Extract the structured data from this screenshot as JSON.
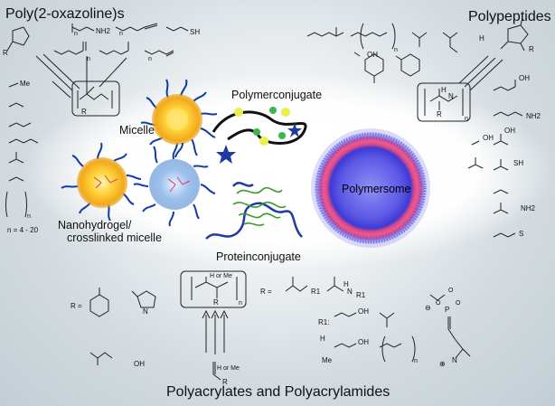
{
  "section_titles": {
    "poly_oxazolines": "Poly(2-oxazoline)s",
    "polypeptides": "Polypeptides",
    "polyacrylates": "Polyacrylates and Polyacrylamides"
  },
  "structure_labels": {
    "micelle": "Micelle",
    "polymerconjugate": "Polymerconjugate",
    "polymersome": "Polymersome",
    "nanohydrogel_line1": "Nanohydrogel/",
    "nanohydrogel_line2": "crosslinked micelle",
    "proteinconjugate": "Proteinconjugate"
  },
  "oxazoline_chem": {
    "ring_R": "R",
    "nh2": "NH2",
    "sh": "SH",
    "n1": "n",
    "n2": "n",
    "n3": "n",
    "n4": "n",
    "me": "Me",
    "repeat_R": "R",
    "n_range_n": "n",
    "n_range": "n = 4 - 20"
  },
  "peptide_chem": {
    "peg_n": "n",
    "nca_H": "H",
    "nca_R": "R",
    "oh_phenol": "OH",
    "repeat_H": "H",
    "repeat_N": "N",
    "repeat_R": "R",
    "repeat_n": "n",
    "acid1": "OH",
    "nh2": "NH2",
    "oh2": "OH",
    "acid2": "OH",
    "sh": "SH",
    "amide": "NH2",
    "thioether": "S"
  },
  "acrylate_chem": {
    "repeat_HMe": "H or Me",
    "repeat_R": "R",
    "repeat_n": "n",
    "R_eq1": "R =",
    "R_eq2": "R =",
    "R1_ester": "R1",
    "R1_amide_H": "H",
    "R1_amide_N": "N",
    "R1_amide_R1": "R1",
    "R1_colon": "R1:",
    "h": "H",
    "me": "Me",
    "monomer_HMe": "H or Me",
    "monomer_R": "R",
    "pyrrolidone_N": "N",
    "oh1": "OH",
    "oh2": "OH",
    "oh3": "OH",
    "peg_n": "n",
    "minus": "⊖",
    "plus": "⊕",
    "p": "P",
    "o1": "O",
    "o2": "O",
    "o3": "O",
    "n_plus": "N"
  }
}
